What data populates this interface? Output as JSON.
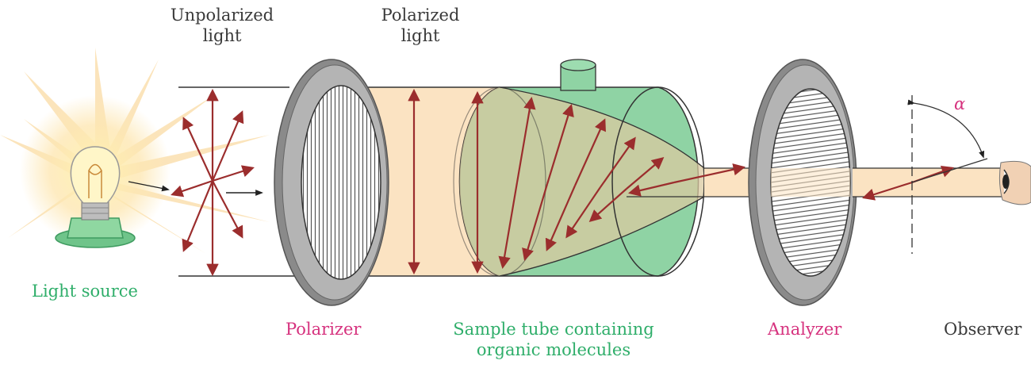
{
  "labels": {
    "unpolarized": [
      "Unpolarized",
      "light"
    ],
    "polarized": [
      "Polarized",
      "light"
    ],
    "light_source": "Light source",
    "polarizer": "Polarizer",
    "sample_tube": [
      "Sample tube containing",
      "organic molecules"
    ],
    "analyzer": "Analyzer",
    "observer": "Observer",
    "angle": "α"
  },
  "colors": {
    "beam": "#fbe3c2",
    "tube": "#8fd3a4",
    "tube_dark": "#7cbf92",
    "frame": "#9a9a9a",
    "arrow": "#9b2d2d",
    "green_label": "#2fae6a",
    "magenta_label": "#d6327e",
    "text": "#3a3a3a"
  }
}
